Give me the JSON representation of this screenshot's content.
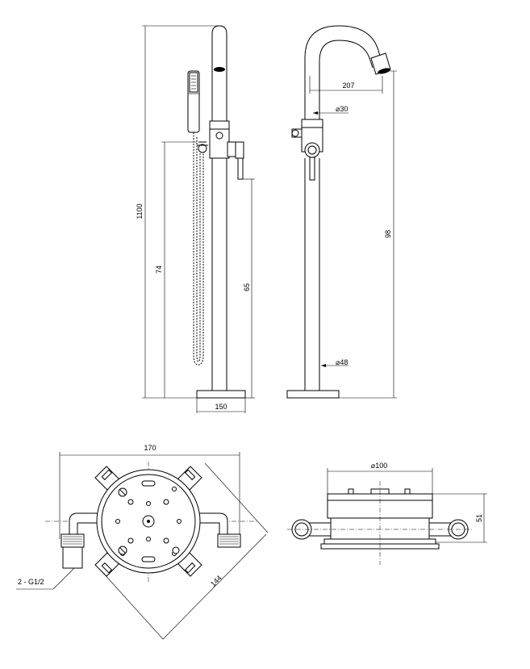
{
  "drawing": {
    "front_view": {
      "total_height": "1100",
      "hose_height": "74",
      "handle_height": "65",
      "base_width": "150"
    },
    "side_view": {
      "spout_reach": "207",
      "spout_diameter": "⌀30",
      "height_to_spout": "98",
      "column_diameter": "⌀48"
    },
    "plan_view": {
      "plate_width": "170",
      "diagonal": "144",
      "connection_label": "2 - G1/2"
    },
    "section_view": {
      "flange_diameter": "⌀100",
      "body_height": "51"
    }
  }
}
